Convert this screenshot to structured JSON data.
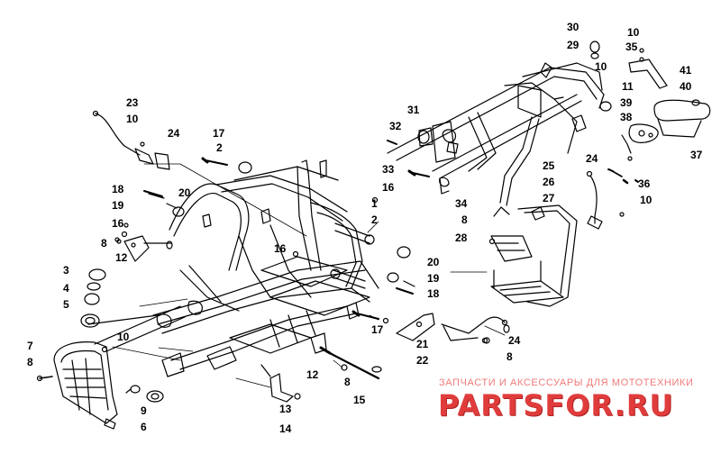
{
  "diagram": {
    "labels": [
      "1",
      "2",
      "3",
      "4",
      "5",
      "6",
      "7",
      "8",
      "9",
      "10",
      "11",
      "12",
      "13",
      "14",
      "15",
      "16",
      "17",
      "18",
      "19",
      "20",
      "21",
      "22",
      "23",
      "24",
      "25",
      "26",
      "27",
      "28",
      "29",
      "30",
      "31",
      "32",
      "33",
      "34",
      "35",
      "36",
      "37",
      "38",
      "39",
      "40",
      "41"
    ],
    "watermark": {
      "subtitle": "ЗАПЧАСТИ И АКСЕССУАРЫ ДЛЯ МОТОТЕХНИКИ",
      "brand": "PARTSFOR.RU"
    },
    "colors": {
      "ink": "#000000",
      "watermark": "#e03c3c",
      "background": "#ffffff"
    }
  }
}
